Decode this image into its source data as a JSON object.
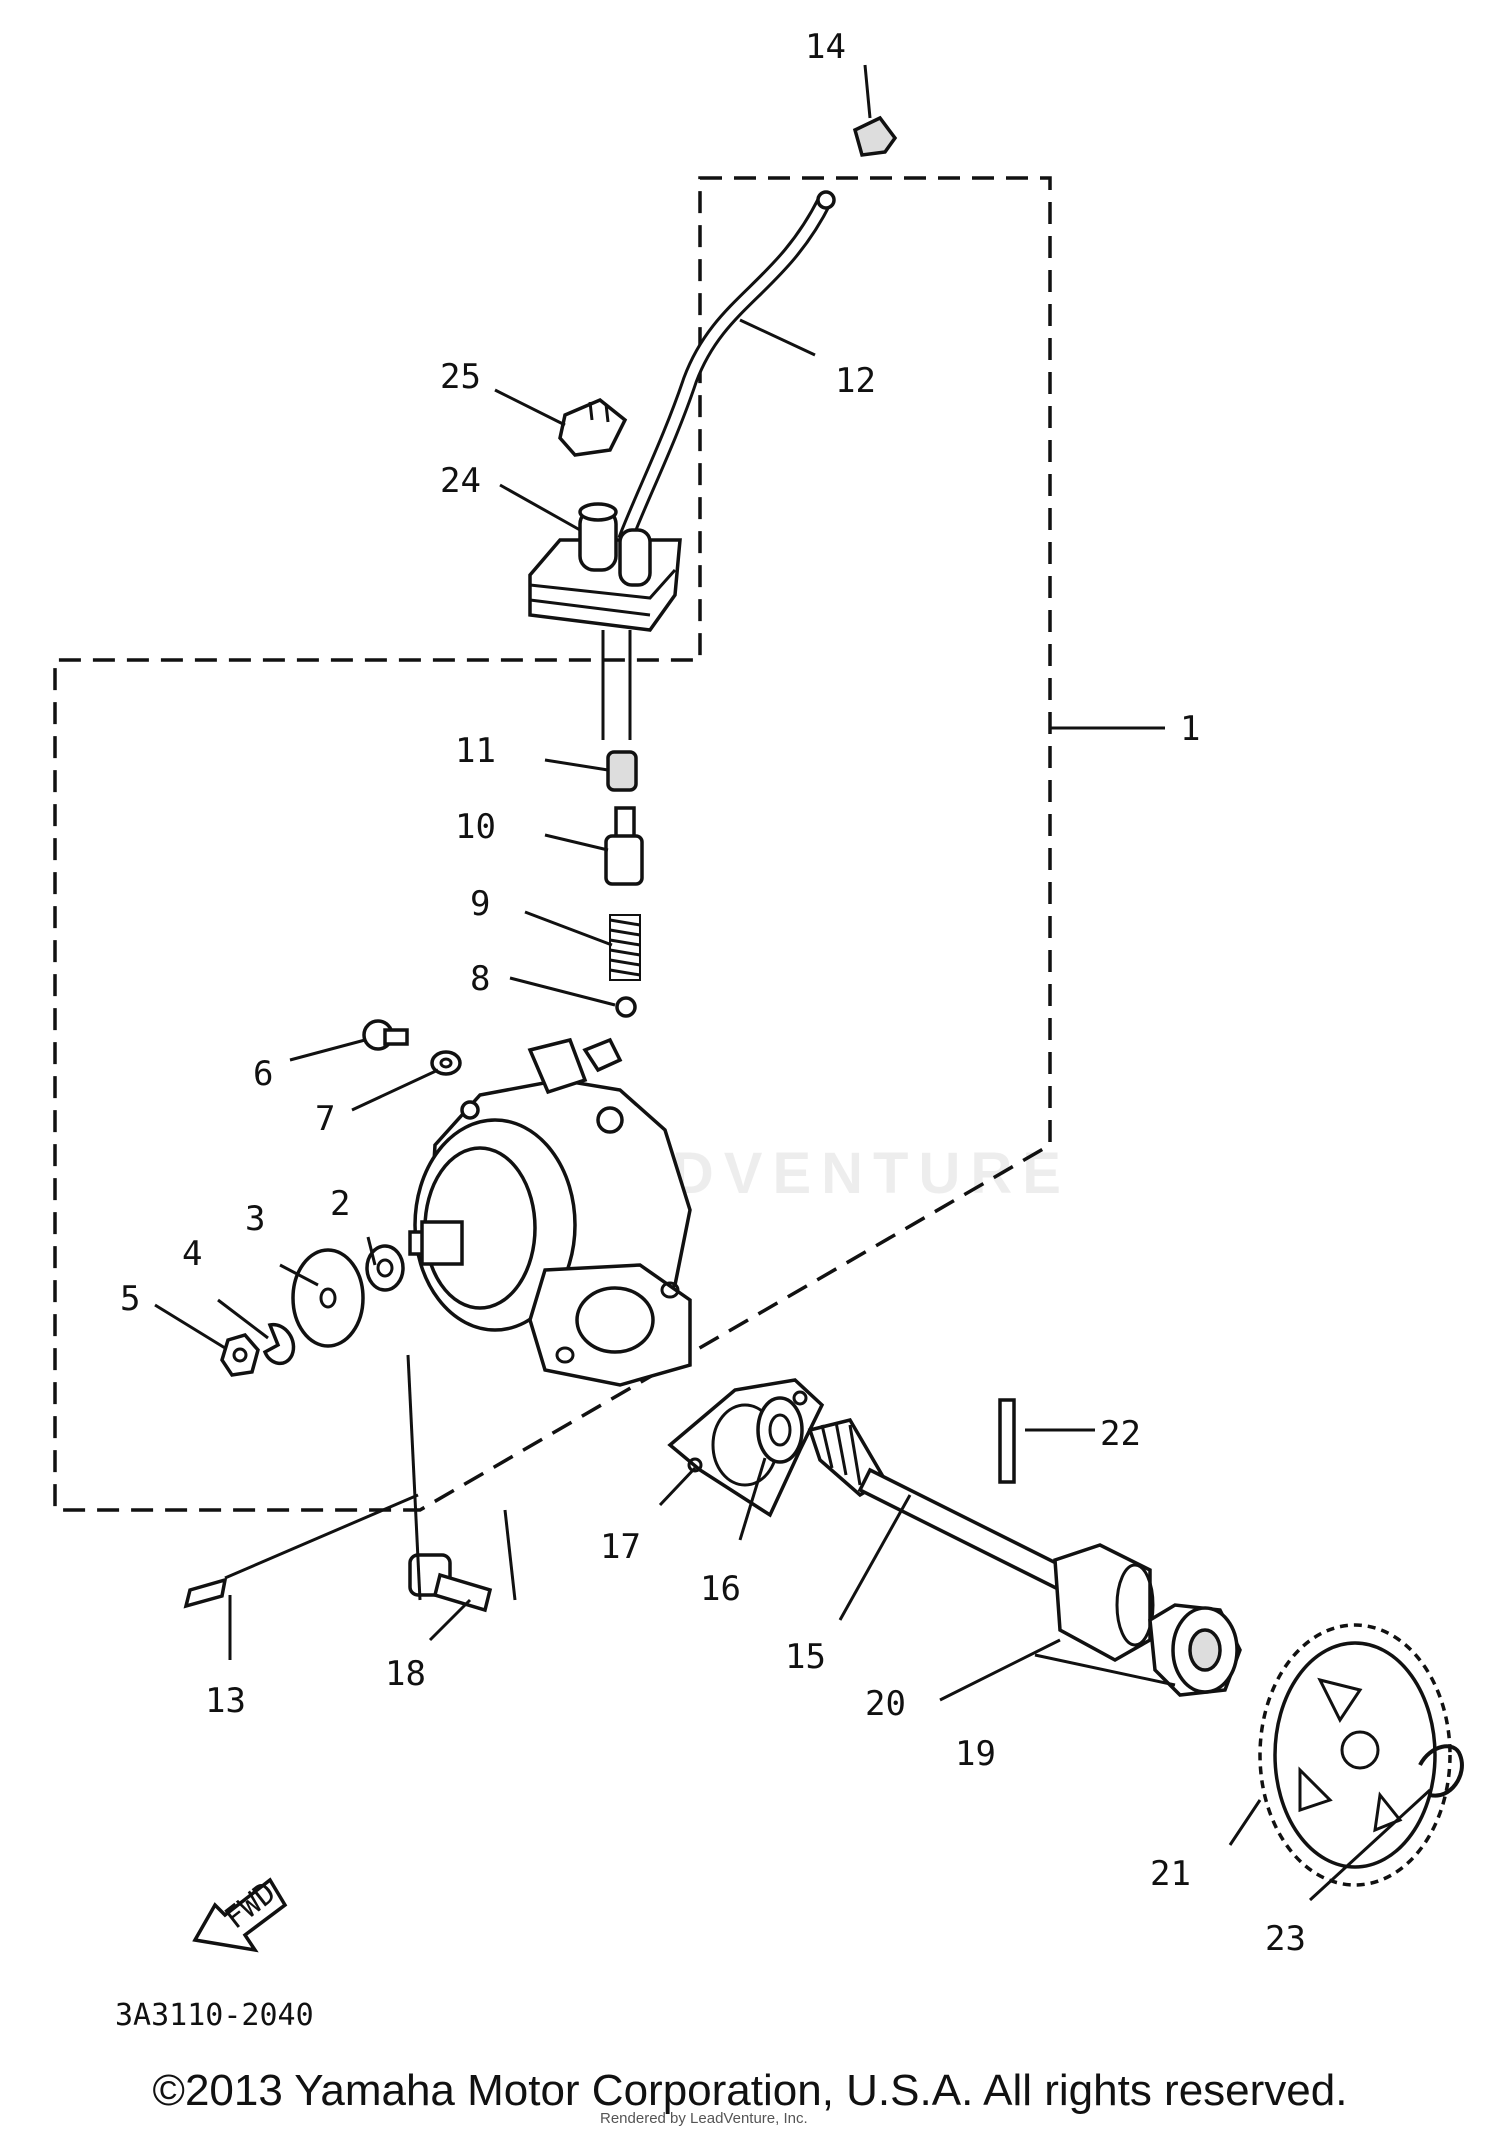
{
  "diagram": {
    "drawing_code": "3A3110-2040",
    "fwd_label": "FWD",
    "callouts": [
      "1",
      "2",
      "3",
      "4",
      "5",
      "6",
      "7",
      "8",
      "9",
      "10",
      "11",
      "12",
      "13",
      "14",
      "15",
      "16",
      "17",
      "18",
      "19",
      "20",
      "21",
      "22",
      "23",
      "24",
      "25"
    ]
  },
  "footer": {
    "copyright": "©2013 Yamaha Motor Corporation, U.S.A. All rights reserved.",
    "render_note": "Rendered by LeadVenture, Inc."
  },
  "watermark": {
    "text": "ADVENTURE"
  }
}
